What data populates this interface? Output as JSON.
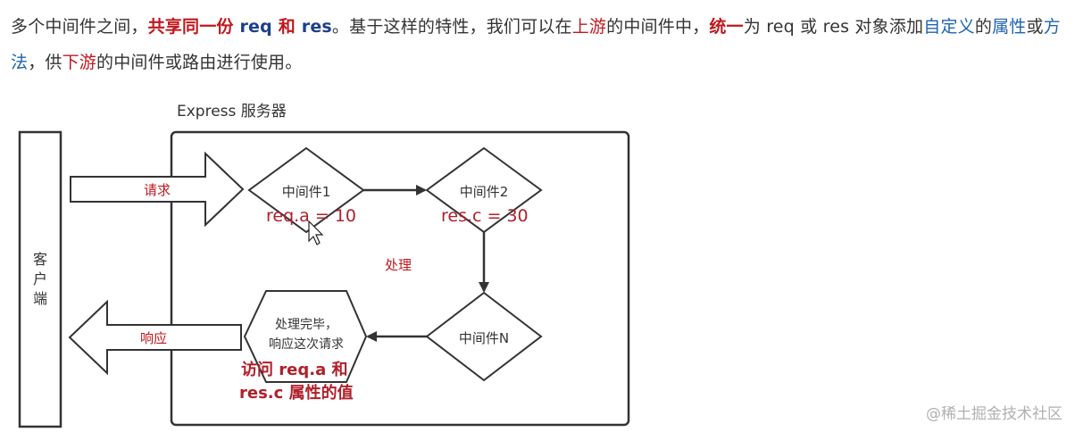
{
  "intro": {
    "segments": [
      {
        "text": "多个中间件之间，",
        "style": "plain"
      },
      {
        "text": "共享同一份 ",
        "style": "red-bold"
      },
      {
        "text": "req",
        "style": "navy-bold"
      },
      {
        "text": " 和 ",
        "style": "red-bold"
      },
      {
        "text": "res",
        "style": "navy-bold"
      },
      {
        "text": "。基于这样的特性，我们可以在",
        "style": "plain"
      },
      {
        "text": "上游",
        "style": "red"
      },
      {
        "text": "的中间件中，",
        "style": "plain"
      },
      {
        "text": "统一",
        "style": "red-bold"
      },
      {
        "text": "为 req 或 res 对象添加",
        "style": "plain"
      },
      {
        "text": "自定义",
        "style": "blue"
      },
      {
        "text": "的",
        "style": "plain"
      },
      {
        "text": "属性",
        "style": "blue"
      },
      {
        "text": "或",
        "style": "plain"
      },
      {
        "text": "方法",
        "style": "blue"
      },
      {
        "text": "，供",
        "style": "plain"
      },
      {
        "text": "下游",
        "style": "red"
      },
      {
        "text": "的中间件或路由进行使用。",
        "style": "plain"
      }
    ]
  },
  "diagram": {
    "server_title": "Express 服务器",
    "client_label": [
      "客",
      "户",
      "端"
    ],
    "request_label": "请求",
    "response_label": "响应",
    "process_label": "处理",
    "middleware1": "中间件1",
    "middleware2": "中间件2",
    "middlewareN": "中间件N",
    "done_line1": "处理完毕，",
    "done_line2": "响应这次请求",
    "anno_req_a": "req.a = 10",
    "anno_res_c": "res.c = 30",
    "anno_access1": "访问 req.a 和",
    "anno_access2": "res.c 属性的值"
  },
  "watermark": "@稀土掘金技术社区",
  "colors": {
    "red": "#c0181e",
    "blue": "#1e64b0",
    "navy": "#1d3f8c",
    "annotation": "#b0202a",
    "stroke": "#333333"
  }
}
